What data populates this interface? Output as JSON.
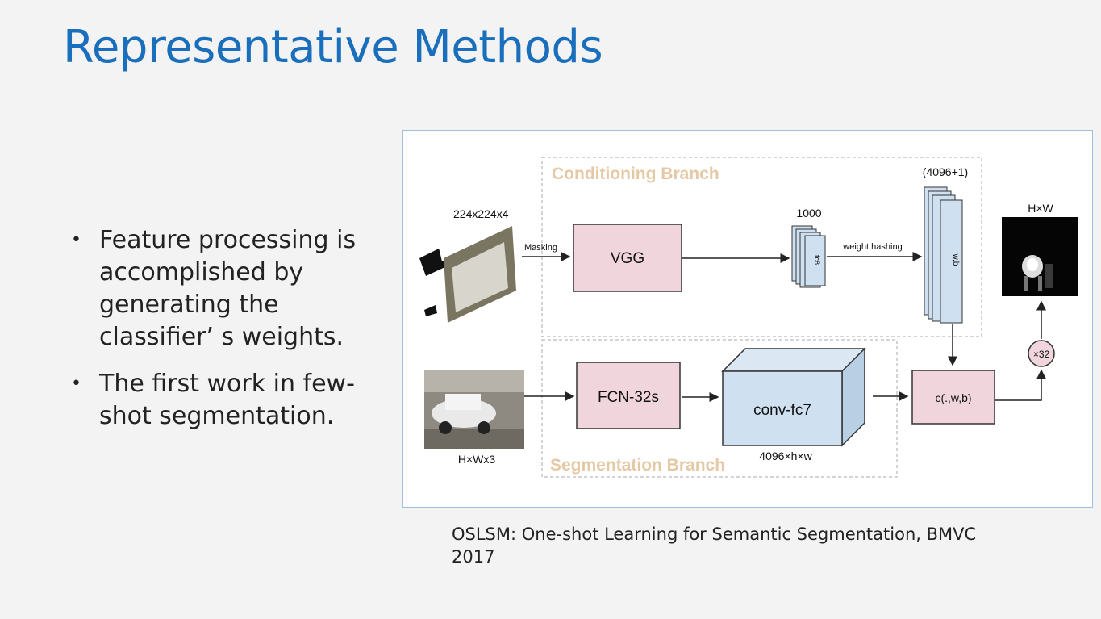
{
  "slide": {
    "title": "Representative Methods",
    "bullets": [
      "Feature processing is accomplished by generating the classifier’ s weights.",
      "The first work in few-shot segmentation."
    ],
    "citation": "OSLSM: One-shot Learning for Semantic Segmentation, BMVC 2017"
  },
  "diagram": {
    "conditioning_branch": "Conditioning Branch",
    "segmentation_branch": "Segmentation Branch",
    "input_top_size": "224x224x4",
    "masking": "Masking",
    "vgg": "VGG",
    "fc8_count": "1000",
    "fc8": "fc8",
    "weight_hashing": "weight hashing",
    "wb_dim": "(4096+1)",
    "wb": "w,b",
    "output_size": "H×W",
    "upsample": "×32",
    "input_bottom_size": "H×Wx3",
    "fcn": "FCN-32s",
    "conv_fc7": "conv-fc7",
    "conv_fc7_size": "4096×h×w",
    "classifier": "c(.,w,b)"
  },
  "colors": {
    "title": "#1a6fbd",
    "pink_block": "#f0d6dc",
    "blue_block": "#cfe0f0",
    "branch_label": "#e5c9a5"
  }
}
